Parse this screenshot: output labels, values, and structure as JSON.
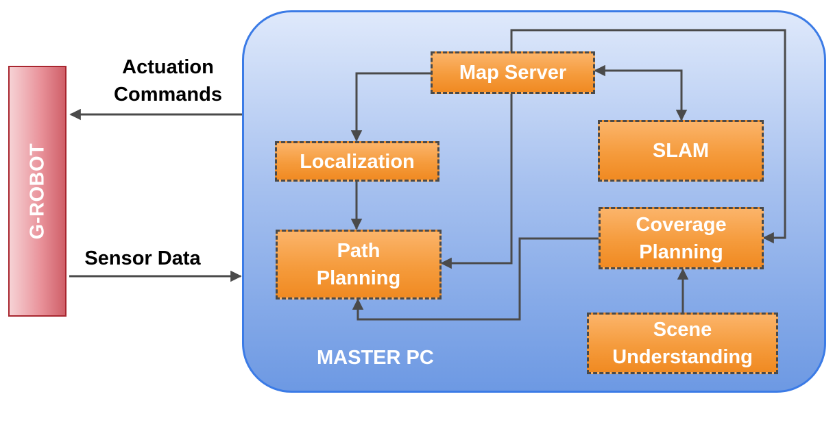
{
  "robot": {
    "label": "G-ROBOT"
  },
  "master": {
    "label": "MASTER PC"
  },
  "io": {
    "actuation": [
      "Actuation",
      "Commands"
    ],
    "sensor": "Sensor Data"
  },
  "nodes": {
    "map_server": [
      "Map Server"
    ],
    "localization": [
      "Localization"
    ],
    "slam": [
      "SLAM"
    ],
    "path_planning": [
      "Path",
      "Planning"
    ],
    "coverage_planning": [
      "Coverage",
      "Planning"
    ],
    "scene_understanding": [
      "Scene",
      "Understanding"
    ]
  },
  "colors": {
    "robot_fill": "#e9939b",
    "robot_border": "#a8262f",
    "master_fill": "#a7c1ef",
    "master_border": "#3b7be6",
    "node_fill": "#f59b3c",
    "node_border": "#4a4a4a",
    "arrow": "#4a4a4a"
  }
}
